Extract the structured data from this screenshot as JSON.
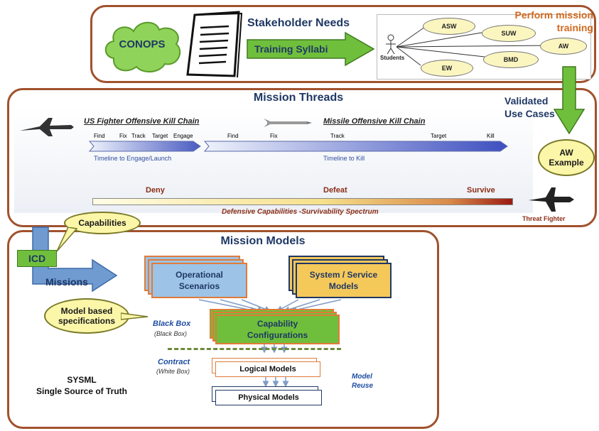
{
  "top": {
    "conops": "CONOPS",
    "stakeholder_needs": "Stakeholder Needs",
    "training_syllabi": "Training Syllabi",
    "perform_mission_training_line1": "Perform mission",
    "perform_mission_training_line2": "training",
    "students": "Students",
    "use_cases": [
      "ASW",
      "SUW",
      "AW",
      "BMD",
      "EW"
    ]
  },
  "threads": {
    "title": "Mission Threads",
    "validated_line1": "Validated",
    "validated_line2": "Use Cases",
    "fighter_chain": "US Fighter Offensive Kill Chain",
    "missile_chain": "Missile Offensive Kill Chain",
    "fighter_steps": [
      "Find",
      "Fix",
      "Track",
      "Target",
      "Engage"
    ],
    "missile_steps": [
      "Find",
      "Fix",
      "Track",
      "Target",
      "Kill"
    ],
    "timeline_engage": "Timeline to Engage/Launch",
    "timeline_kill": "Timeline to Kill",
    "aw_example_line1": "AW",
    "aw_example_line2": "Example",
    "spectrum_labels": [
      "Deny",
      "Defeat",
      "Survive"
    ],
    "spectrum_caption": "Defensive Capabilities -Survivability Spectrum",
    "threat_fighter": "Threat Fighter"
  },
  "models": {
    "title": "Mission Models",
    "capabilities": "Capabilities",
    "icd": "ICD",
    "missions": "Missions",
    "operational_line1": "Operational",
    "operational_line2": "Scenarios",
    "system_line1": "System / Service",
    "system_line2": "Models",
    "model_based_line1": "Model based",
    "model_based_line2": "specifications",
    "black_box": "Black Box",
    "black_box_sub": "(Black Box)",
    "capability_line1": "Capability",
    "capability_line2": "Configurations",
    "contract": "Contract",
    "white_box": "(White Box)",
    "logical": "Logical Models",
    "physical": "Physical Models",
    "model_reuse_line1": "Model",
    "model_reuse_line2": "Reuse",
    "sysml_line1": "SYSML",
    "sysml_line2": "Single Source of Truth"
  },
  "colors": {
    "panel_border": "#a0522d",
    "green": "#6fbf3c",
    "orange_text": "#d2691e",
    "blue_box": "#9dc3e6",
    "yellow_box": "#f5c85a",
    "navy": "#1f3864"
  }
}
